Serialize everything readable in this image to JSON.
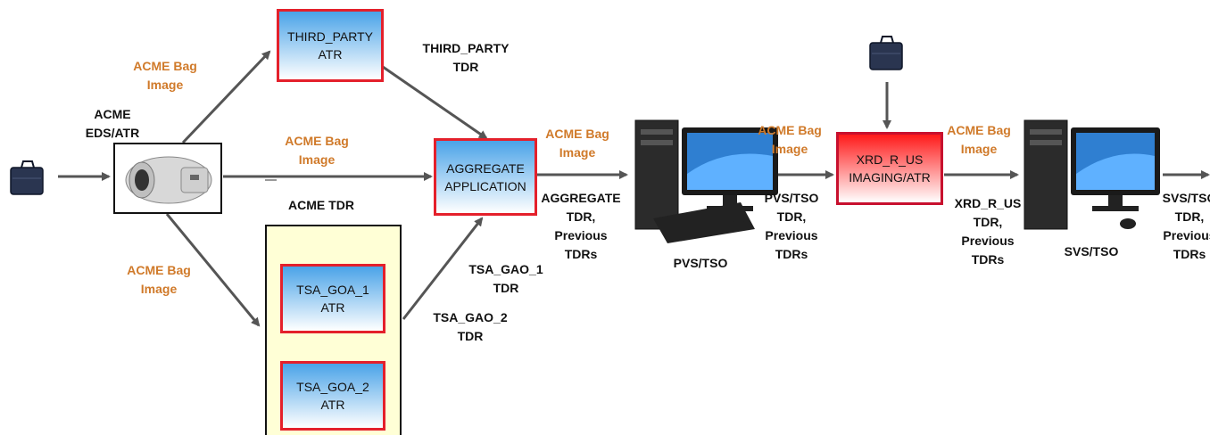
{
  "boxes": {
    "third_party": "THIRD_PARTY\nATR",
    "aggregate": "AGGREGATE\nAPPLICATION",
    "tsa_goa_1": "TSA_GOA_1\nATR",
    "tsa_goa_2": "TSA_GOA_2\nATR",
    "xrd": "XRD_R_US\nIMAGING/ATR"
  },
  "labels": {
    "acme_eds": "ACME\nEDS/ATR",
    "bag_image_top": "ACME Bag\nImage",
    "bag_image_mid": "ACME Bag\nImage",
    "bag_image_low": "ACME Bag\nImage",
    "acme_tdr": "ACME TDR",
    "third_party_tdr": "THIRD_PARTY\nTDR",
    "tsa_gao_1_tdr": "TSA_GAO_1\nTDR",
    "tsa_gao_2_tdr": "TSA_GAO_2\nTDR",
    "bag_image_agg": "ACME Bag\nImage",
    "aggregate_tdr": "AGGREGATE\nTDR,\nPrevious\nTDRs",
    "pvs_tso": "PVS/TSO",
    "bag_image_pvs": "ACME Bag\nImage",
    "pvs_tdr": "PVS/TSO\nTDR,\nPrevious\nTDRs",
    "bag_image_xrd": "ACME Bag\nImage",
    "xrd_tdr": "XRD_R_US\nTDR,\nPrevious\nTDRs",
    "svs_tso": "SVS/TSO",
    "svs_tdr": "SVS/TSO\nTDR,\nPrevious\nTDRs"
  },
  "colors": {
    "orange_label": "#d07a2a",
    "box_border": "#e4202b",
    "box_blue": "#4aa3e8",
    "box_red": "#ff1a1a",
    "panel_fill": "#ffffd6",
    "arrow": "#555555"
  },
  "icons": [
    "briefcase-icon",
    "scanner-icon",
    "computer-icon"
  ]
}
